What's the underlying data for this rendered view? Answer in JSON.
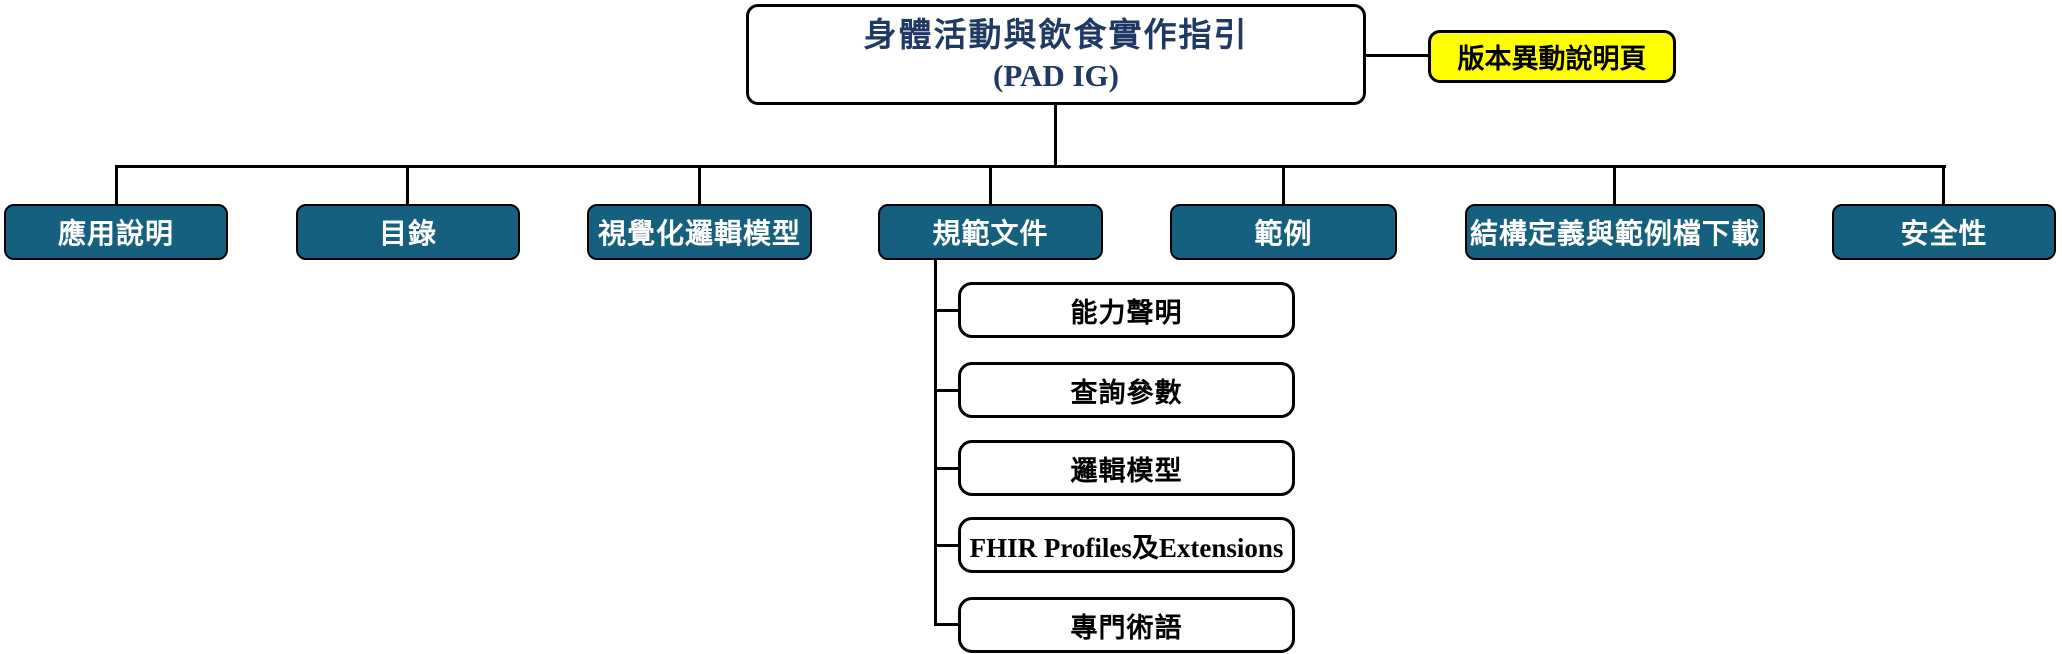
{
  "diagram": {
    "root": {
      "line1": "身體活動與飲食實作指引",
      "line2": "(PAD IG)"
    },
    "note": {
      "label": "版本異動說明頁"
    },
    "branches": [
      {
        "label": "應用說明"
      },
      {
        "label": "目錄"
      },
      {
        "label": "視覺化邏輯模型"
      },
      {
        "label": "規範文件",
        "children": [
          "能力聲明",
          "查詢參數",
          "邏輯模型",
          "FHIR Profiles及Extensions",
          "專門術語"
        ]
      },
      {
        "label": "範例"
      },
      {
        "label": "結構定義與範例檔下載"
      },
      {
        "label": "安全性"
      }
    ],
    "colors": {
      "branch_fill": "#15607E",
      "branch_text": "#FFFFFF",
      "note_fill": "#FFFF00",
      "root_text": "#1F3864",
      "child_fill": "#FFFFFF",
      "child_text": "#000000",
      "line": "#000000"
    }
  }
}
